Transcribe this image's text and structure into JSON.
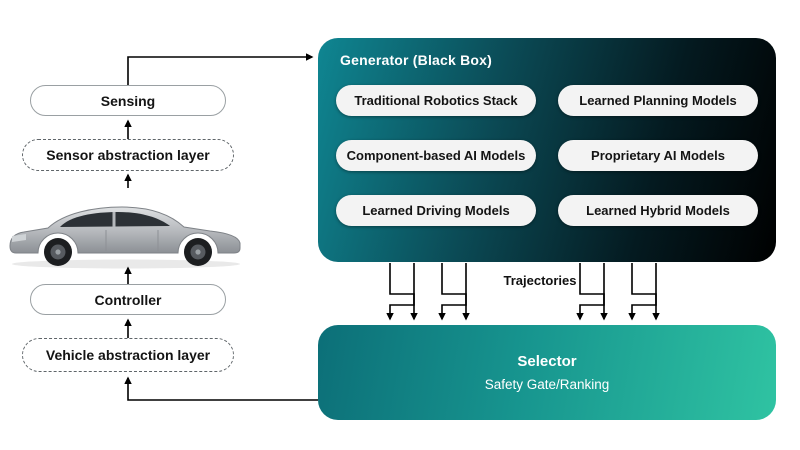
{
  "left_column": {
    "sensing": "Sensing",
    "sensor_abstraction": "Sensor abstraction layer",
    "controller": "Controller",
    "vehicle_abstraction": "Vehicle abstraction layer"
  },
  "generator": {
    "title": "Generator (Black Box)",
    "models": [
      "Traditional Robotics Stack",
      "Learned Planning Models",
      "Component-based AI Models",
      "Proprietary AI Models",
      "Learned Driving Models",
      "Learned Hybrid Models"
    ]
  },
  "trajectories_label": "Trajectories",
  "selector": {
    "title": "Selector",
    "subtitle": "Safety Gate/Ranking"
  },
  "colors": {
    "generator_gradient_start": "#0f8692",
    "generator_gradient_end": "#000000",
    "selector_gradient_start": "#0c6f78",
    "selector_gradient_end": "#2fc3a2",
    "pill_background": "#f3f3f3",
    "line_color": "#000000"
  }
}
